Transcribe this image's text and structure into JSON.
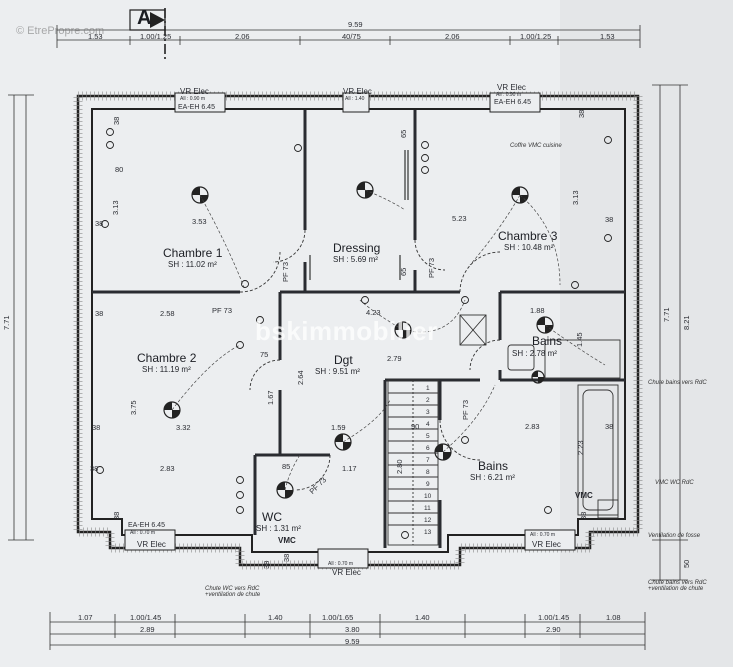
{
  "watermark": {
    "top_left": "© EtrePropre.com",
    "center": "bskimmobilier"
  },
  "north_marker": "A",
  "dims_top": {
    "total": "9.59",
    "segments": [
      "1.53",
      "1.00/1.25",
      "2.06",
      "40/75",
      "2.06",
      "1.00/1.25",
      "1.53"
    ]
  },
  "dims_bottom": {
    "segments": [
      "1.07",
      "1.00/1.45",
      "1.40",
      "1.00/1.65",
      "1.40",
      "1.00/1.45",
      "1.08"
    ],
    "mid": [
      "2.89",
      "3.80",
      "2.90"
    ],
    "total": "9.59"
  },
  "dims_left": {
    "total": "7.71"
  },
  "dims_right": {
    "a": "7.71",
    "b": "8.21",
    "c": "50"
  },
  "windows": {
    "top_left": {
      "label": "VR Elec",
      "sub": "All : 0.90 m",
      "code": "EA-EH 6.45"
    },
    "top_mid": {
      "label": "VR Elec",
      "sub": "All : 1.40"
    },
    "top_right": {
      "label": "VR Elec",
      "sub": "All : 0.90 m",
      "code": "EA-EH 6.45"
    },
    "bottom_left": {
      "label": "VR Elec",
      "sub": "All : 0.70 m",
      "code": "EA-EH 6.45"
    },
    "bottom_mid": {
      "label": "VR Elec",
      "sub": "All : 0.70 m"
    },
    "bottom_right": {
      "label": "VR Elec",
      "sub": "All : 0.70 m"
    }
  },
  "rooms": [
    {
      "id": "chambre1",
      "name": "Chambre 1",
      "area": "SH : 11.02 m²"
    },
    {
      "id": "dressing",
      "name": "Dressing",
      "area": "SH : 5.69 m²"
    },
    {
      "id": "chambre3",
      "name": "Chambre 3",
      "area": "SH : 10.48 m²"
    },
    {
      "id": "chambre2",
      "name": "Chambre 2",
      "area": "SH : 11.19 m²"
    },
    {
      "id": "dgt",
      "name": "Dgt",
      "area": "SH : 9.51 m²"
    },
    {
      "id": "bains_small",
      "name": "Bains",
      "area": "SH : 2.78 m²"
    },
    {
      "id": "bains",
      "name": "Bains",
      "area": "SH : 6.21 m²"
    },
    {
      "id": "wc",
      "name": "WC",
      "area": "SH : 1.31 m²"
    }
  ],
  "inner_dims": [
    "3.53",
    "3.13",
    "5.23",
    "3.13",
    "2.58",
    "4.23",
    "1.88",
    "1.45",
    "3.75",
    "3.32",
    "2.64",
    "1.67",
    "1.59",
    "2.83",
    "2.83",
    "2.23",
    "1.17",
    "2.79",
    "2.80",
    "90",
    "85",
    "75",
    "80",
    "65",
    "65",
    "38",
    "38",
    "38",
    "38",
    "38",
    "38",
    "38",
    "38",
    "38",
    "38",
    "38",
    "38"
  ],
  "doors": [
    "PF 73",
    "PF 73",
    "PF 73",
    "PF 73",
    "PF 73",
    "PF 73",
    "PF 73"
  ],
  "stairs": [
    "1",
    "2",
    "3",
    "4",
    "5",
    "6",
    "7",
    "8",
    "9",
    "10",
    "11",
    "12",
    "13"
  ],
  "notes": {
    "coffre": "Coffre VMC cuisine",
    "chute_bains": "Chute bains vers RdC",
    "vmc_wc": "VMC WC RdC",
    "vent_fosse": "Ventilation de fosse",
    "chute_wc": "Chute WC vers RdC\n+ventilation de chute",
    "chute_bains2": "Chute bains vers RdC\n+ventilation de chute",
    "vmc1": "VMC",
    "vmc2": "VMC"
  }
}
